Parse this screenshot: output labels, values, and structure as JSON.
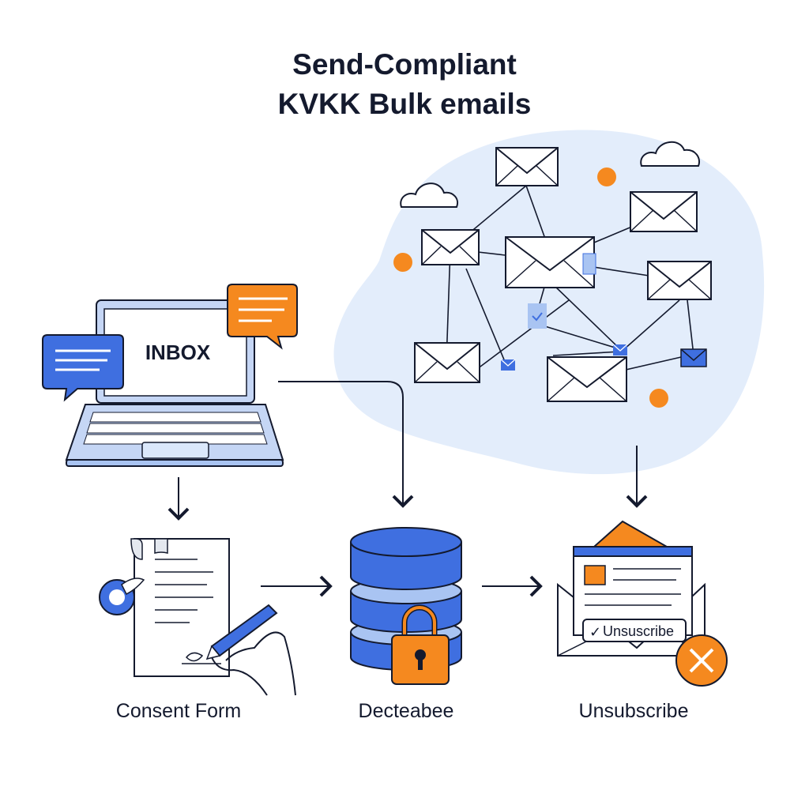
{
  "header": {
    "title_line1": "Send-Compliant",
    "title_line2": "KVKK Bulk emails"
  },
  "laptop": {
    "screen_text": "INBOX"
  },
  "steps": [
    {
      "label": "Consent Form"
    },
    {
      "label": "Decteabee"
    },
    {
      "label": "Unsubscribe"
    }
  ],
  "unsubscribe_card": {
    "button_label": "Unsuscribe",
    "check_glyph": "✓"
  },
  "icons": {
    "left_chat": "chat-bubble-icon",
    "right_chat": "chat-bubble-icon",
    "lock": "padlock-icon",
    "close": "close-x-icon",
    "envelope": "envelope-icon"
  },
  "colors": {
    "ink": "#141a2e",
    "blue": "#3f6fe0",
    "blue_light": "#dbe8fb",
    "orange": "#f5891f",
    "laptop_fill": "#c5d6f5"
  }
}
